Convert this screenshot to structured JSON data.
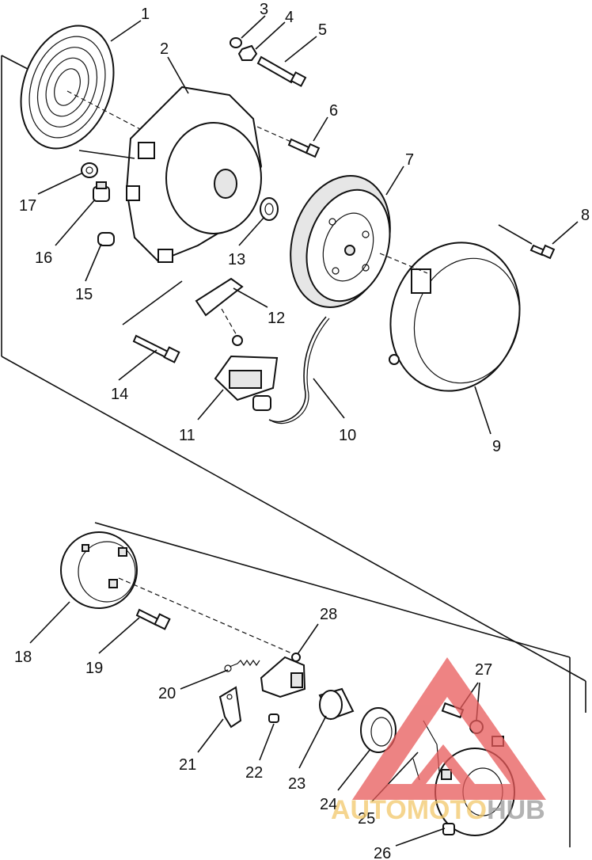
{
  "diagram": {
    "callouts": [
      "1",
      "2",
      "3",
      "4",
      "5",
      "6",
      "7",
      "8",
      "9",
      "10",
      "11",
      "12",
      "13",
      "14",
      "15",
      "16",
      "17",
      "18",
      "19",
      "20",
      "21",
      "22",
      "23",
      "24",
      "25",
      "26",
      "27",
      "28"
    ]
  },
  "watermark": {
    "prefix": "AUTOMOTO",
    "suffix": "HUB",
    "prefix_color": "#f2c86a",
    "suffix_color": "#9a9a9a",
    "logo_color": "#e85a5a"
  }
}
